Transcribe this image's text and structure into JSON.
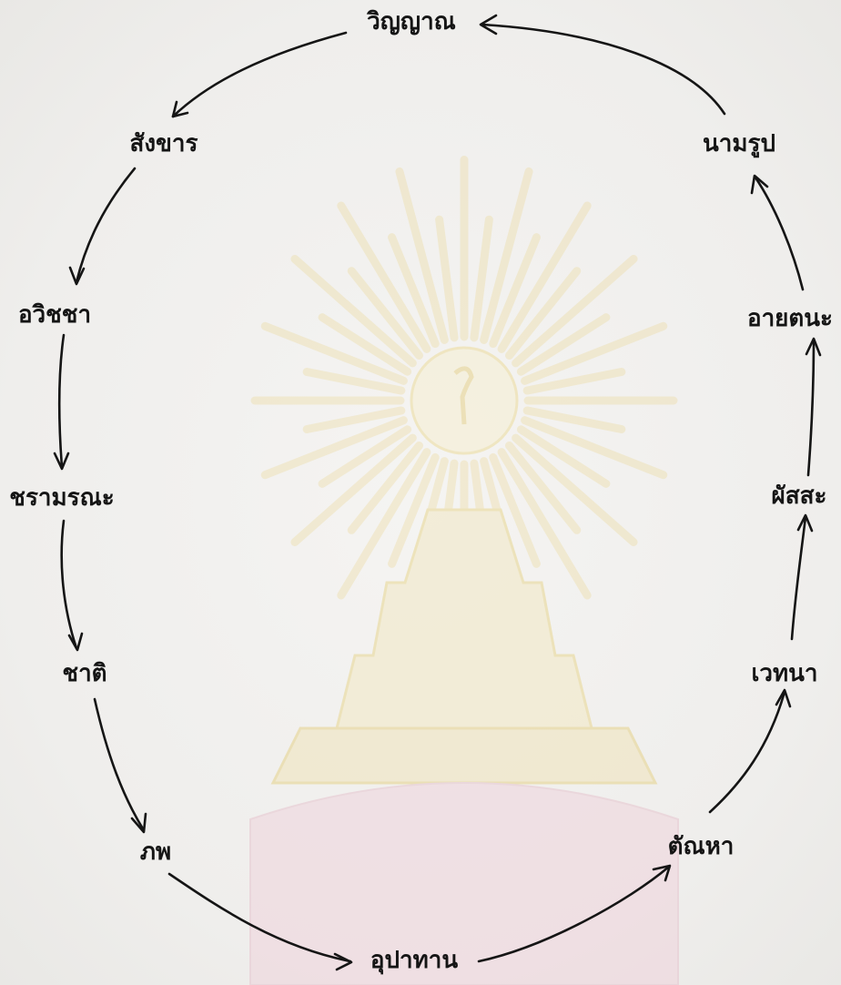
{
  "diagram": {
    "type": "cycle",
    "nodes": [
      {
        "id": "vinnana",
        "label": "วิญญาณ"
      },
      {
        "id": "sankhara",
        "label": "สังขาร"
      },
      {
        "id": "avijja",
        "label": "อวิชชา"
      },
      {
        "id": "jaramarana",
        "label": "ชรามรณะ"
      },
      {
        "id": "jati",
        "label": "ชาติ"
      },
      {
        "id": "bhava",
        "label": "ภพ"
      },
      {
        "id": "upadana",
        "label": "อุปาทาน"
      },
      {
        "id": "tanha",
        "label": "ตัณหา"
      },
      {
        "id": "vedana",
        "label": "เวทนา"
      },
      {
        "id": "phassa",
        "label": "ผัสสะ"
      },
      {
        "id": "ayatana",
        "label": "อายตนะ"
      },
      {
        "id": "namarupa",
        "label": "นามรูป"
      }
    ],
    "edges": [
      {
        "from": "vinnana",
        "to": "sankhara"
      },
      {
        "from": "sankhara",
        "to": "avijja"
      },
      {
        "from": "avijja",
        "to": "jaramarana"
      },
      {
        "from": "jaramarana",
        "to": "jati"
      },
      {
        "from": "jati",
        "to": "bhava"
      },
      {
        "from": "bhava",
        "to": "upadana"
      },
      {
        "from": "upadana",
        "to": "tanha"
      },
      {
        "from": "tanha",
        "to": "vedana"
      },
      {
        "from": "vedana",
        "to": "phassa"
      },
      {
        "from": "phassa",
        "to": "ayatana"
      },
      {
        "from": "ayatana",
        "to": "namarupa"
      },
      {
        "from": "namarupa",
        "to": "vinnana"
      }
    ],
    "colors": {
      "ink": "#151515",
      "watermark_gold": "#e9d48a",
      "watermark_pink": "#e6b8c4"
    }
  }
}
